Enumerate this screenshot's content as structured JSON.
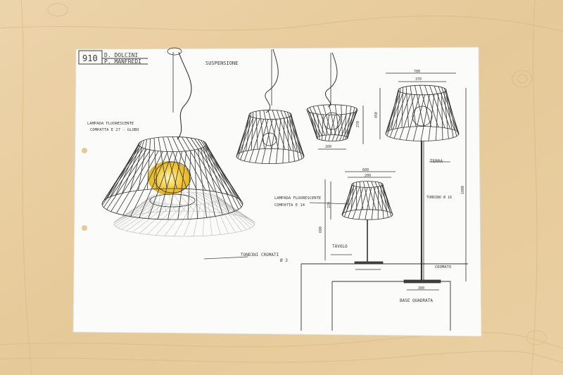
{
  "title_block": {
    "number": "910",
    "designer_1": "D. DOLCINI",
    "designer_2": "P. MANFREDI"
  },
  "labels": {
    "suspension": "SUSPENSIONE",
    "lamp_note_1": "LAMPADA FLUORESCENTE",
    "lamp_note_2": "COMPATTA E 27 - GLOBO",
    "lamp_note_3": "LAMPADA FLUORESCENTE",
    "lamp_note_4": "COMPATTA E 14",
    "rods": "TONDINI CROMATI",
    "scale_note": "Ø 3",
    "table": "TAVOLO",
    "floor": "TERRA",
    "stem": "TONDINO Ø 16",
    "finish": "CROMATO",
    "base": "BASE QUADRATA"
  },
  "dimensions": {
    "pendant_small_width": "200",
    "pendant_small_height": "270",
    "floor_top_outer": "700",
    "floor_top_inner": "370",
    "floor_shade_height": "450",
    "floor_total_height": "1800",
    "table_top_width": "600",
    "table_mid_width": "200",
    "table_shade_height": "270",
    "table_total_height": "600",
    "base_width": "300"
  },
  "colors": {
    "wood": "#e9cfa3",
    "paper": "#fbfbf9",
    "ink": "#3a3a3a",
    "marker": "#f2c21a"
  }
}
